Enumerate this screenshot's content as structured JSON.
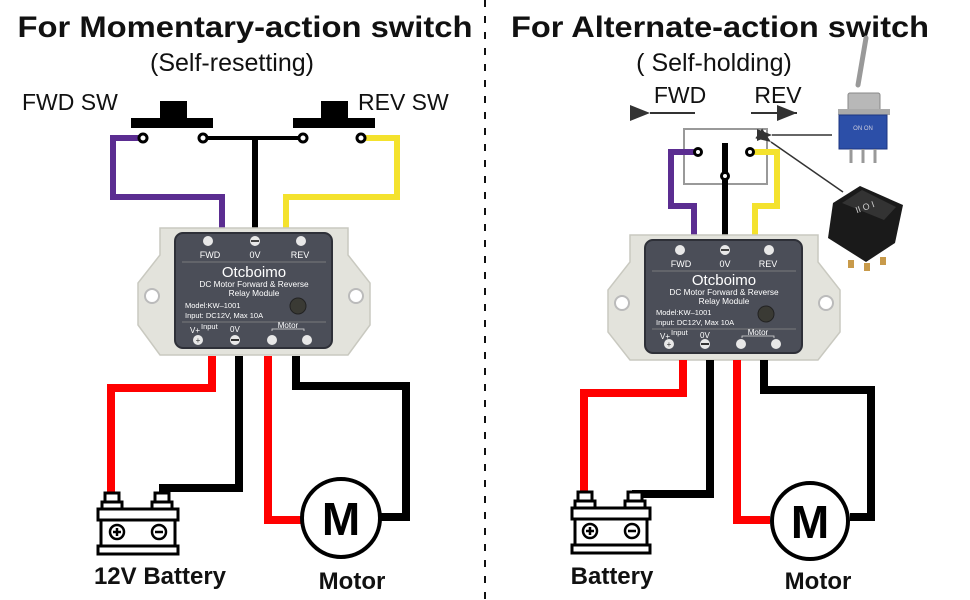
{
  "left": {
    "title": "For Momentary-action switch",
    "subtitle": "(Self-resetting)",
    "fwd_switch_label": "FWD SW",
    "rev_switch_label": "REV SW",
    "battery_label": "12V Battery",
    "motor_label": "Motor",
    "motor_symbol": "M"
  },
  "right": {
    "title": "For Alternate-action switch",
    "subtitle": "( Self-holding)",
    "fwd_label": "FWD",
    "rev_label": "REV",
    "battery_label": "Battery",
    "motor_label": "Motor",
    "motor_symbol": "M",
    "toggle_switch_text": "ON  ON",
    "rocker_switch_symbols": "II O I"
  },
  "module": {
    "brand": "Otcboimo",
    "desc1": "DC Motor Forward & Reverse",
    "desc2": "Relay Module",
    "model": "Model:KW–1001",
    "input": "Input: DC12V, Max 10A",
    "top_terminals": [
      "FWD",
      "0V",
      "REV"
    ],
    "input_label": "Input",
    "vplus_label": "V+",
    "zero_v_label": "0V",
    "motor_label": "Motor"
  },
  "battery": {
    "plus_symbol": "+",
    "minus_symbol": "−"
  },
  "colors": {
    "fwd_wire": "#5b2d91",
    "rev_wire": "#f4e22d",
    "common_wire": "#000000",
    "positive_wire": "#ff0000",
    "negative_wire": "#000000",
    "module_body": "#e3e3dc",
    "module_panel": "#4b4e58"
  }
}
